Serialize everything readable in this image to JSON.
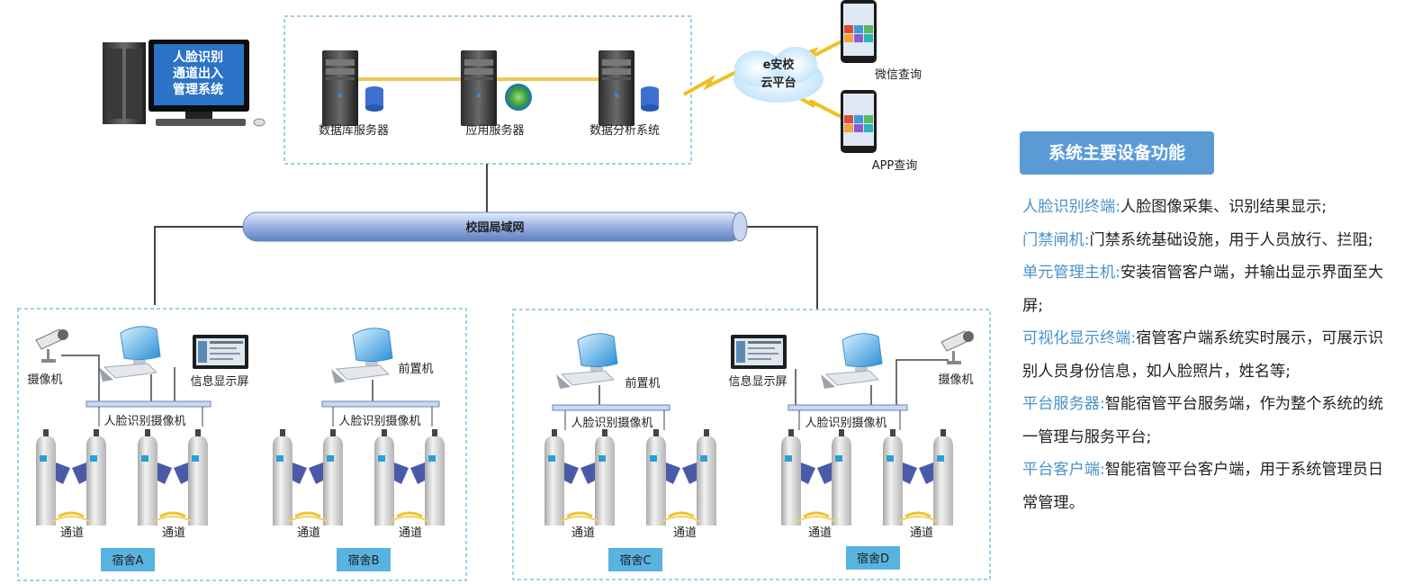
{
  "pc": {
    "screen_text": [
      "人脸识别",
      "通道出入",
      "管理系统"
    ]
  },
  "servers": {
    "db": "数据库服务器",
    "app": "应用服务器",
    "analysis": "数据分析系统"
  },
  "cloud": {
    "line1": "e安校",
    "line2": "云平台"
  },
  "phones": {
    "wechat": "微信查询",
    "app": "APP查询"
  },
  "lan": {
    "label": "校园局域网"
  },
  "labels": {
    "camera": "摄像机",
    "display": "信息显示屏",
    "front_pc": "前置机",
    "face_cam": "人脸识别摄像机",
    "channel": "通道"
  },
  "dorms": {
    "a": "宿舍A",
    "b": "宿舍B",
    "c": "宿舍C",
    "d": "宿舍D"
  },
  "side": {
    "title": "系统主要设备功能",
    "items": [
      {
        "term": "人脸识别终端:",
        "desc": "人脸图像采集、识别结果显示;"
      },
      {
        "term": "门禁闸机:",
        "desc": "门禁系统基础设施，用于人员放行、拦阻;"
      },
      {
        "term": "单元管理主机:",
        "desc": "安装宿管客户端，并输出显示界面至大屏;"
      },
      {
        "term": "可视化显示终端:",
        "desc": "宿管客户端系统实时展示，可展示识别人员身份信息，如人脸照片，姓名等;"
      },
      {
        "term": "平台服务器:",
        "desc": "智能宿管平台服务端，作为整个系统的统一管理与服务平台;"
      },
      {
        "term": "平台客户端:",
        "desc": "智能宿管平台客户端，用于系统管理员日常管理。"
      }
    ]
  },
  "colors": {
    "dash_border": "#7fc4d8",
    "accent": "#5b9bd5",
    "term": "#4a92c8",
    "gate_flap": "#4b5aa8"
  }
}
